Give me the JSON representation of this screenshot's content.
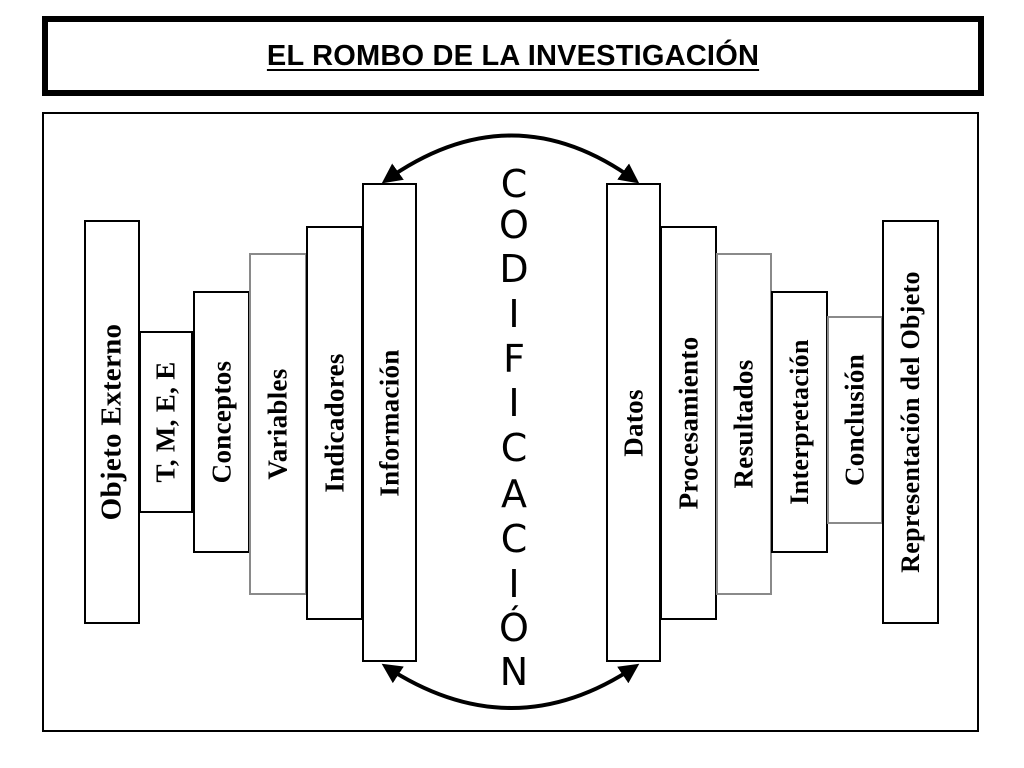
{
  "title": "EL ROMBO DE LA INVESTIGACIÓN",
  "left_columns": [
    "Objeto Externo",
    "T, M, E, E",
    "Conceptos",
    "Variables",
    "Indicadores",
    "Información"
  ],
  "center_word": [
    "C",
    "O",
    "D",
    "I",
    "F",
    "I",
    "C",
    "A",
    "C",
    "I",
    "Ó",
    "N"
  ],
  "right_columns": [
    "Datos",
    "Procesamiento",
    "Resultados",
    "Interpretación",
    "Conclusión",
    "Representación del Objeto"
  ]
}
